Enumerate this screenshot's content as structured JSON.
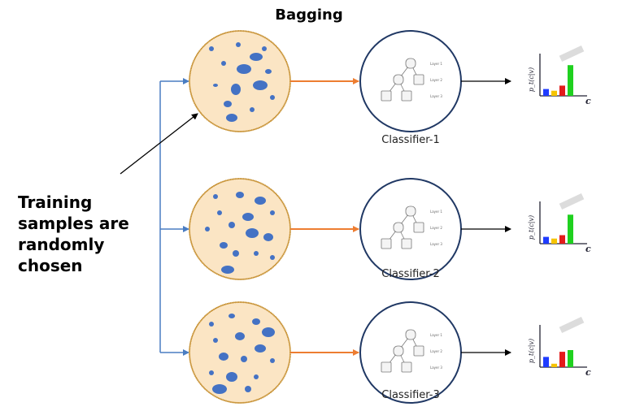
{
  "title": "Bagging",
  "side_note": {
    "lines": [
      "Training",
      "samples are",
      "randomly",
      "chosen"
    ]
  },
  "classifiers": [
    {
      "label": "Classifier-1"
    },
    {
      "label": "Classifier-2"
    },
    {
      "label": "Classifier-3"
    }
  ],
  "tree_layer_labels": [
    "Layer 1",
    "Layer 2",
    "Layer 3"
  ],
  "histogram": {
    "y_label": "p_t(c|v)",
    "x_label": "c",
    "bar_colors": [
      "#1f3cff",
      "#f6c400",
      "#e31b1b",
      "#1fd11f"
    ],
    "panels": [
      {
        "values": [
          0.2,
          0.15,
          0.3,
          0.9
        ]
      },
      {
        "values": [
          0.2,
          0.15,
          0.25,
          0.85
        ]
      },
      {
        "values": [
          0.3,
          0.1,
          0.45,
          0.5
        ]
      }
    ]
  },
  "colors": {
    "sample_fill": "#fbe5c4",
    "sample_stroke": "#c9953a",
    "dot": "#4472c4",
    "bracket": "#4a7dc2",
    "flow_arrow": "#ed7d31",
    "classifier_stroke": "#203864"
  }
}
